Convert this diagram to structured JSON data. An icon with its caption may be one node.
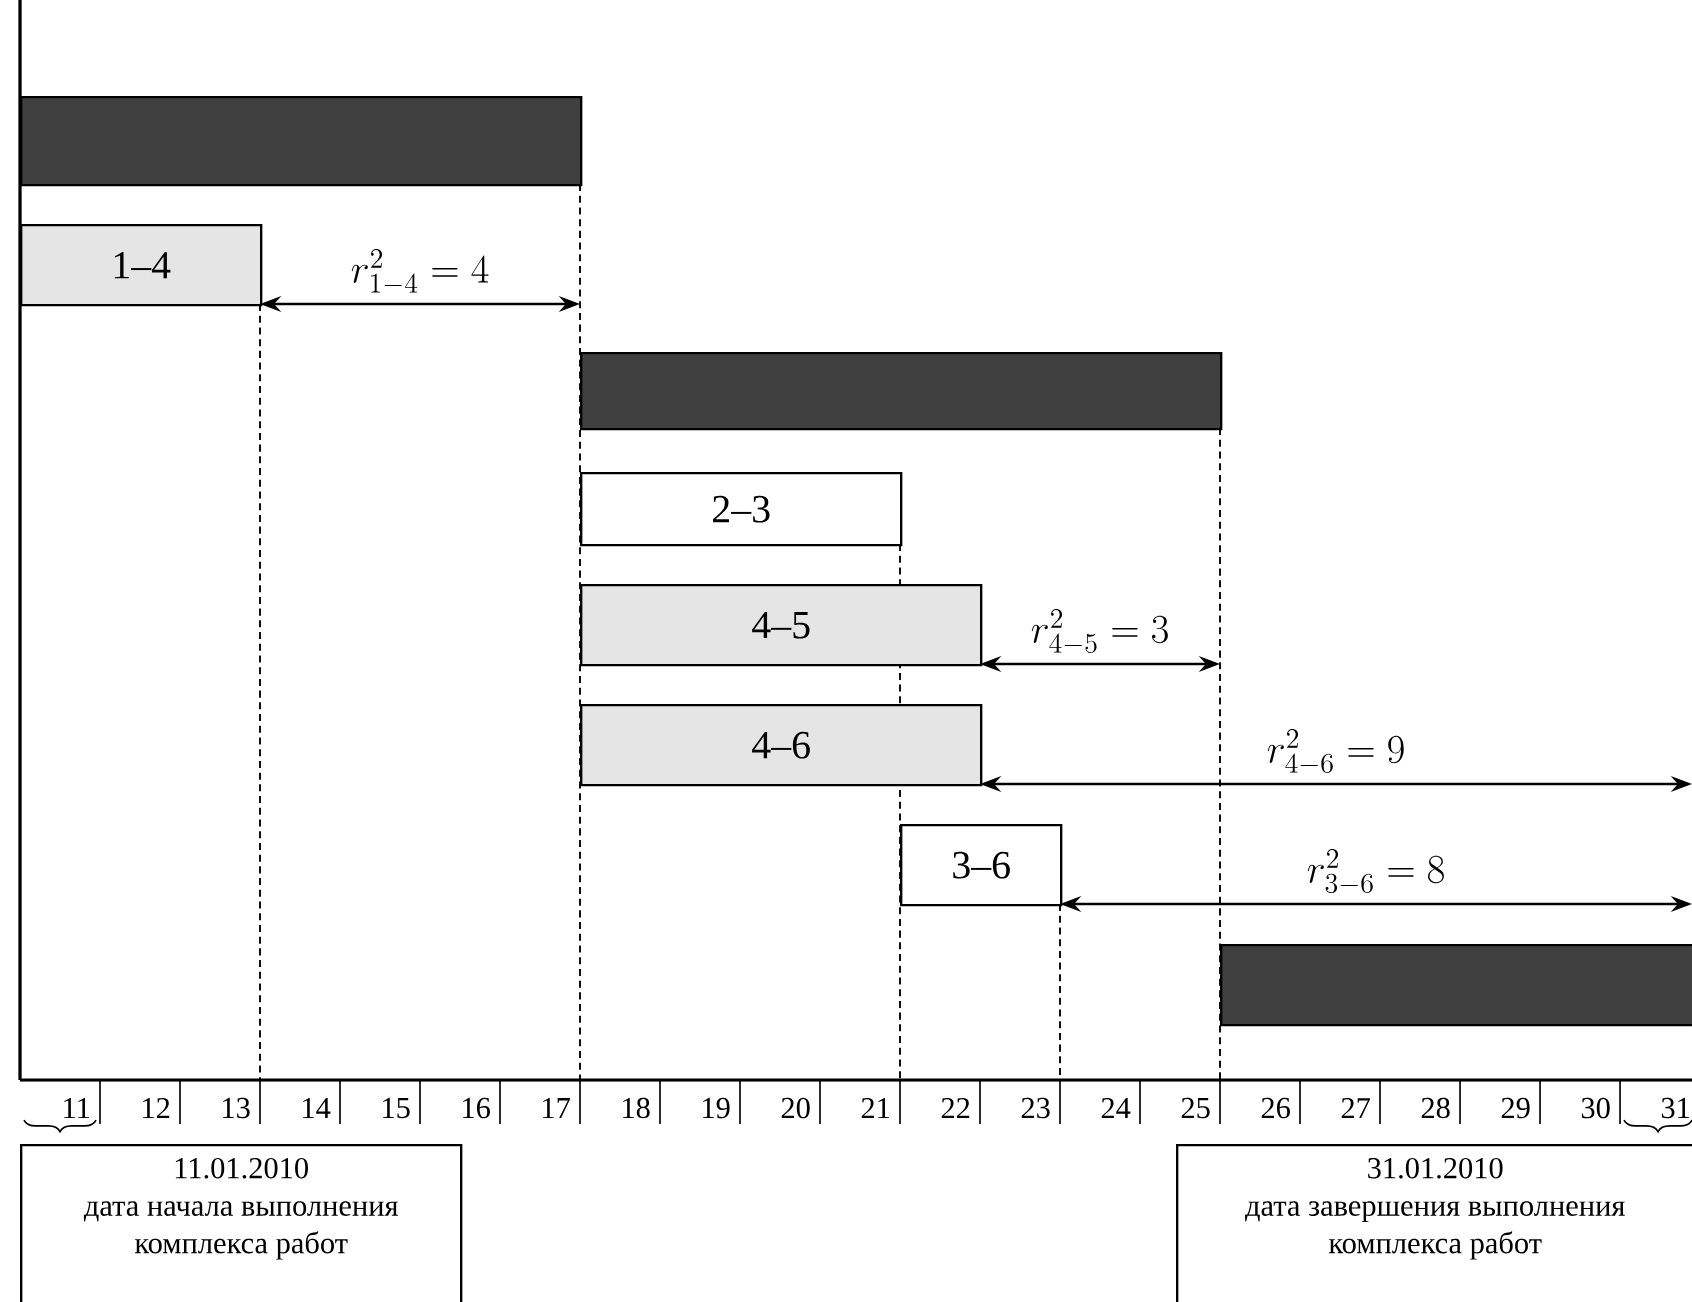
{
  "diagram": {
    "nodes": [
      {
        "text": [],
        "shape": "bar"
      },
      {
        "text": [
          "1–4"
        ]
      },
      {
        "text": [],
        "shape": "bar"
      },
      {
        "text": [
          "2–3"
        ]
      },
      {
        "text": [
          "4–5"
        ]
      },
      {
        "text": [
          "4–6"
        ]
      },
      {
        "text": [
          "3–6"
        ]
      },
      {
        "text": [],
        "shape": "bar"
      },
      {
        "text": [
          "11.01.2010",
          "дата начала выполнения комплекса работ"
        ]
      },
      {
        "text": [
          "31.01.2010",
          "дата завершения выполнения комплекса работ"
        ]
      }
    ],
    "labels": [
      "r^{2}_{1-4} = 4",
      "r^{2}_{4-5} = 3",
      "r^{2}_{4-6} = 9",
      "r^{2}_{3-6} = 8",
      "11",
      "12",
      "13",
      "14",
      "15",
      "16",
      "17",
      "18",
      "19",
      "20",
      "21",
      "22",
      "23",
      "24",
      "25",
      "26",
      "27",
      "28",
      "29",
      "30",
      "31"
    ]
  }
}
